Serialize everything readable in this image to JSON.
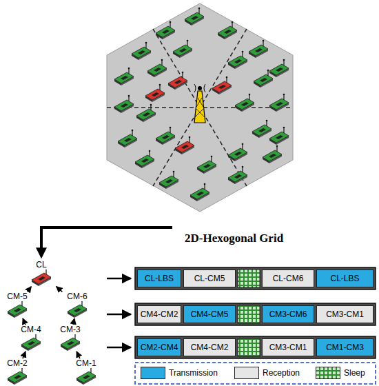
{
  "diagram": {
    "nodes": [
      {
        "text": [
          "CL"
        ]
      },
      {
        "text": [
          "CM-5"
        ]
      },
      {
        "text": [
          "CM-6"
        ]
      },
      {
        "text": [
          "CM-4"
        ]
      },
      {
        "text": [
          "CM-3"
        ]
      },
      {
        "text": [
          "CM-2"
        ]
      },
      {
        "text": [
          "CM-1"
        ]
      },
      {
        "text": [
          "CL-LBS"
        ]
      },
      {
        "text": [
          "CL-CM5"
        ]
      },
      {
        "text": [
          "CL-CM6"
        ]
      },
      {
        "text": [
          "CL-LBS"
        ]
      },
      {
        "text": [
          "CM4-CM2"
        ]
      },
      {
        "text": [
          "CM4-CM5"
        ]
      },
      {
        "text": [
          "CM3-CM6"
        ]
      },
      {
        "text": [
          "CM3-CM1"
        ]
      },
      {
        "text": [
          "CM2-CM4"
        ]
      },
      {
        "text": [
          "CM4-CM2"
        ]
      },
      {
        "text": [
          "CM3-CM1"
        ]
      },
      {
        "text": [
          "CM1-CM3"
        ]
      }
    ],
    "edges": [
      {
        "from": 1,
        "to": 0,
        "arrow": "to"
      },
      {
        "from": 2,
        "to": 0,
        "arrow": "to"
      },
      {
        "from": 3,
        "to": 1,
        "arrow": "to"
      },
      {
        "from": 4,
        "to": 2,
        "arrow": "to"
      },
      {
        "from": 5,
        "to": 3,
        "arrow": "to"
      },
      {
        "from": 6,
        "to": 4,
        "arrow": "to"
      }
    ],
    "labels": [
      "2D-Hexogonal Grid"
    ],
    "legend": [
      {
        "text": "Transmission",
        "color": "#29abe2"
      },
      {
        "text": "Reception",
        "color": "#e6e6e6"
      },
      {
        "text": "Sleep"
      }
    ]
  }
}
